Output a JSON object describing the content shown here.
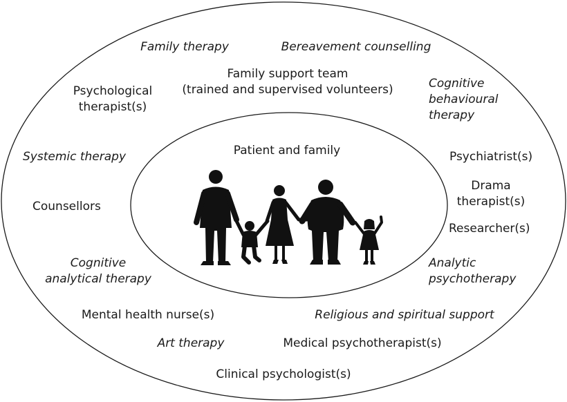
{
  "inner_circle": {
    "title": "Patient and family"
  },
  "outer_circle": {
    "labels": [
      {
        "id": "family-therapy",
        "text": "Family therapy",
        "italic": true
      },
      {
        "id": "bereavement-counselling",
        "text": "Bereavement counselling",
        "italic": true
      },
      {
        "id": "family-support-team",
        "text": "Family support team\n(trained and supervised volunteers)",
        "italic": false
      },
      {
        "id": "psychological-therapists",
        "text": "Psychological\ntherapist(s)",
        "italic": false
      },
      {
        "id": "cognitive-behavioural-therapy",
        "text": "Cognitive\nbehavioural\ntherapy",
        "italic": true
      },
      {
        "id": "systemic-therapy",
        "text": "Systemic therapy",
        "italic": true
      },
      {
        "id": "psychiatrists",
        "text": "Psychiatrist(s)",
        "italic": false
      },
      {
        "id": "drama-therapists",
        "text": "Drama\ntherapist(s)",
        "italic": false
      },
      {
        "id": "counsellors",
        "text": "Counsellors",
        "italic": false
      },
      {
        "id": "researchers",
        "text": "Researcher(s)",
        "italic": false
      },
      {
        "id": "cognitive-analytical-therapy",
        "text": "Cognitive\nanalytical therapy",
        "italic": true
      },
      {
        "id": "analytic-psychotherapy",
        "text": "Analytic\npsychotherapy",
        "italic": true
      },
      {
        "id": "mental-health-nurses",
        "text": "Mental health nurse(s)",
        "italic": false
      },
      {
        "id": "religious-spiritual-support",
        "text": "Religious and spiritual support",
        "italic": true
      },
      {
        "id": "art-therapy",
        "text": "Art therapy",
        "italic": true
      },
      {
        "id": "medical-psychotherapists",
        "text": "Medical psychotherapist(s)",
        "italic": false
      },
      {
        "id": "clinical-psychologists",
        "text": "Clinical psychologist(s)",
        "italic": false
      }
    ]
  },
  "family_figures": [
    "man",
    "boy",
    "woman",
    "grandfather",
    "girl"
  ]
}
